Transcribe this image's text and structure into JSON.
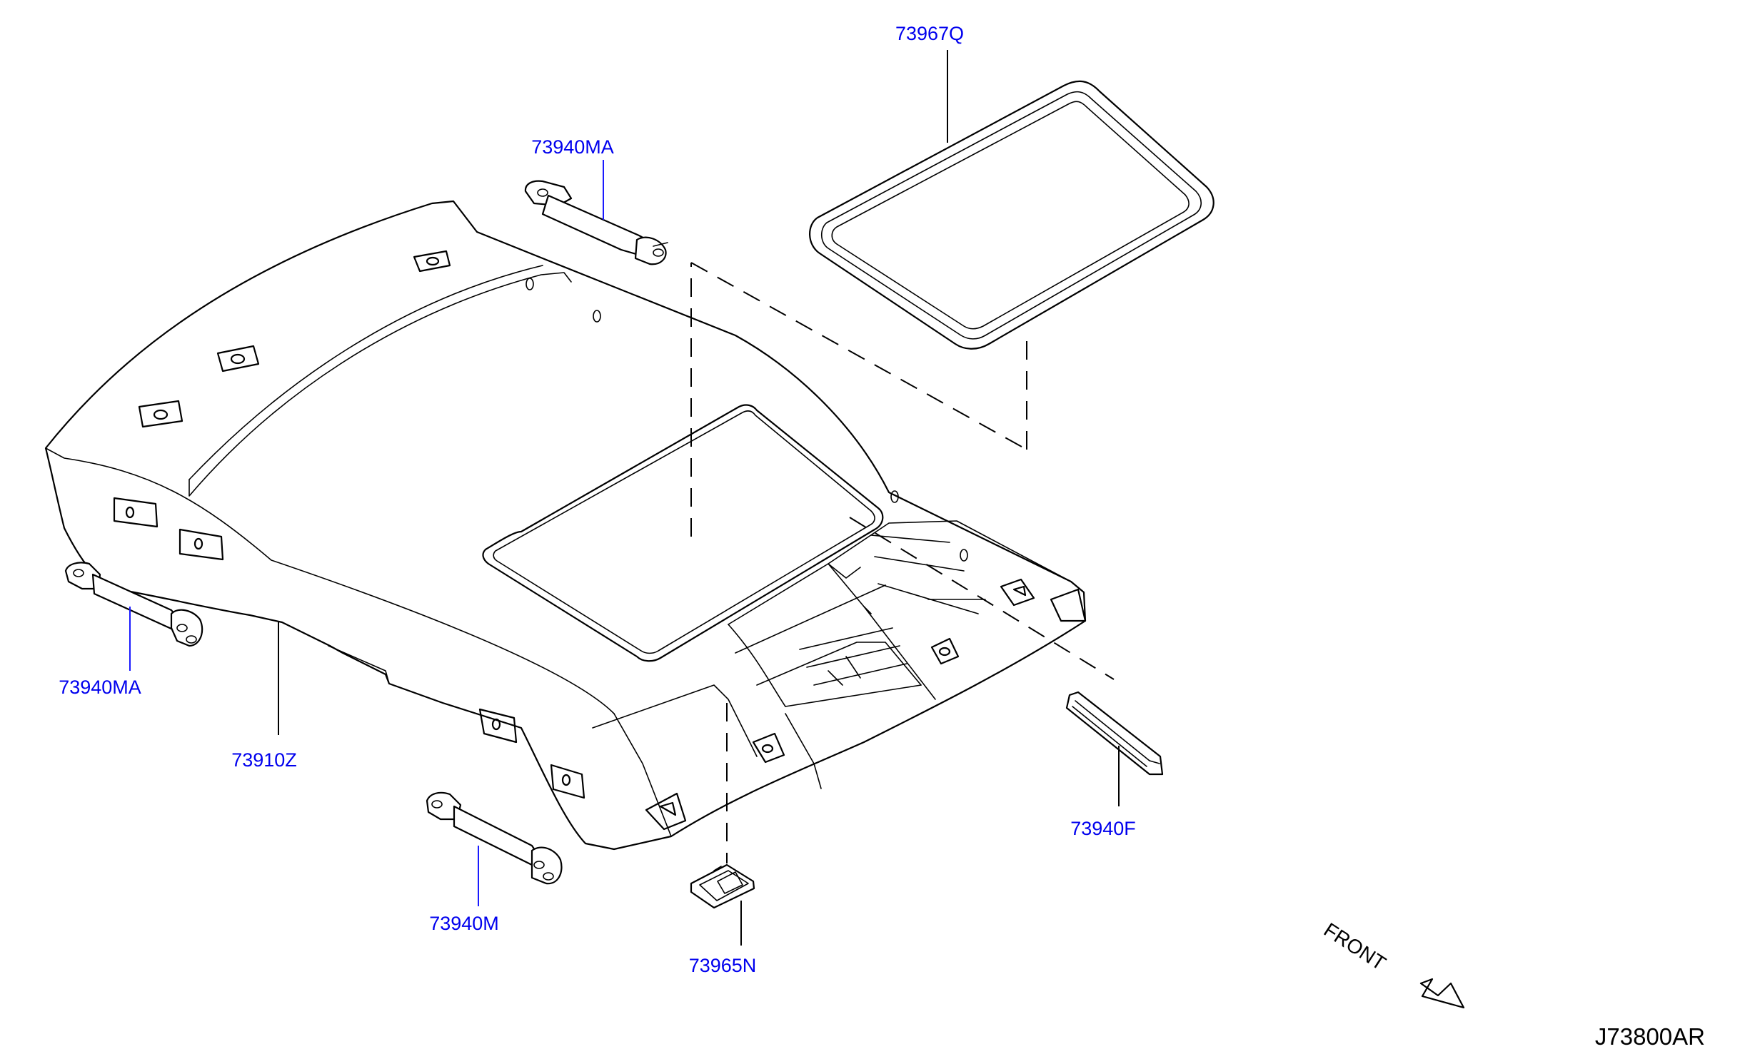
{
  "callouts": {
    "sunroof_trim": "73967Q",
    "assist_grip_rear": "73940MA",
    "assist_grip_left": "73940MA",
    "headlining": "73910Z",
    "assist_grip_front": "73940M",
    "cover_lamp": "73965N",
    "sun_visor_holder": "73940F"
  },
  "direction_label": "FRONT",
  "drawing_number": "J73800AR",
  "colors": {
    "callout_text": "#0000ee",
    "linework": "#000000",
    "background": "#ffffff"
  }
}
